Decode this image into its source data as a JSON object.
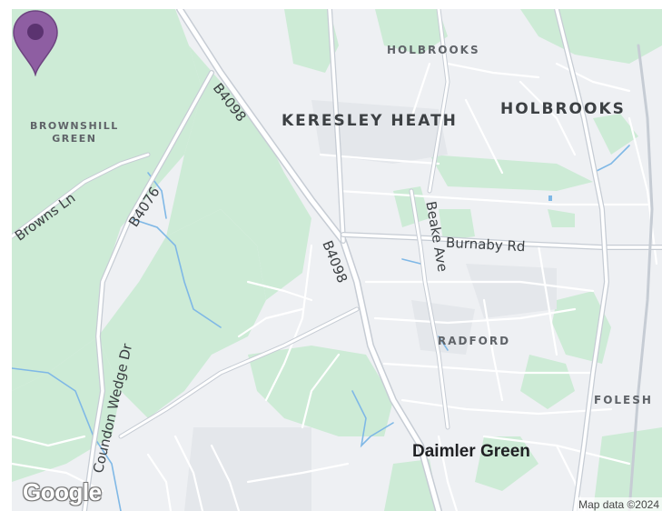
{
  "map": {
    "areas": {
      "holbrooks_small": "HOLBROOKS",
      "holbrooks_large": "HOLBROOKS",
      "keresley_heath": "KERESLEY HEATH",
      "brownshill_line1": "BROWNSHILL",
      "brownshill_line2": "GREEN",
      "radford": "RADFORD",
      "foleshill": "FOLESH",
      "daimler_green": "Daimler Green"
    },
    "roads": {
      "b4098_north": "B4098",
      "b4098_south": "B4098",
      "b4076": "B4076",
      "browns_ln": "Browns Ln",
      "beake_ave": "Beake Ave",
      "burnaby_rd": "Burnaby Rd",
      "coundon_wedge_dr": "Coundon Wedge Dr"
    },
    "logo": "Google",
    "attribution": "Map data ©2024",
    "colors": {
      "land": "#eef0f3",
      "park": "#cdebd6",
      "road": "#ffffff",
      "major_road": "#c6ccd4",
      "water": "#7fb8e6",
      "marker": "#8e5ea2",
      "marker_dot": "#5b3370"
    },
    "icons": {
      "marker": "map-pin-icon"
    }
  }
}
